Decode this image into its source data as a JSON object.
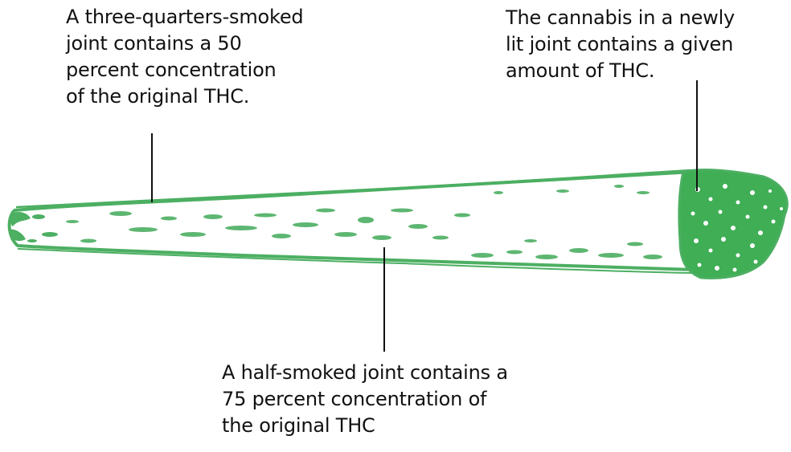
{
  "callouts": {
    "three_quarters": {
      "lines": [
        "A three-quarters-smoked",
        "joint contains a 50",
        "percent concentration",
        "of the original THC."
      ]
    },
    "newly_lit": {
      "lines": [
        "The cannabis in a newly",
        "lit joint contains a given",
        "amount of THC."
      ]
    },
    "half_smoked": {
      "lines": [
        "A half-smoked joint contains a",
        "75 percent concentration of",
        "the original THC"
      ]
    }
  },
  "colors": {
    "joint_outline": "#4caf62",
    "joint_fill": "#3fae55",
    "leader": "#111111",
    "text": "#111111"
  }
}
